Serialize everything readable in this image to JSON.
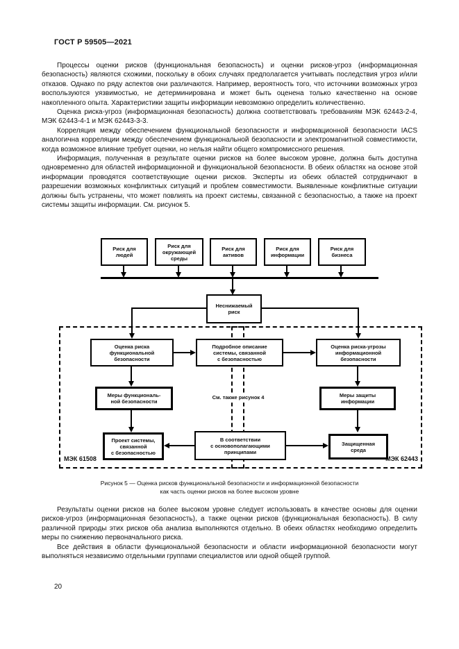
{
  "page": {
    "header": "ГОСТ Р 59505—2021",
    "page_number": "20"
  },
  "colors": {
    "text": "#111111",
    "line": "#000000",
    "background": "#ffffff"
  },
  "body": {
    "paragraphs_top": [
      "Процессы оценки рисков (функциональная безопасность) и оценки рисков-угроз (информационная безопасность) являются схожими, поскольку в обоих случаях предполагается учитывать последствия угроз и/или отказов. Однако по ряду аспектов они различаются. Например, вероятность того, что источники возможных угроз воспользуются уязвимостью, не детерминирована и может быть оценена только качественно на основе накопленного опыта. Характеристики защиты информации невозможно определить количественно.",
      "Оценка риска-угроз (информационная безопасность) должна соответствовать требованиям МЭК 62443-2-4, МЭК 62443-4-1 и МЭК 62443-3-3.",
      "Корреляция между обеспечением функциональной безопасности и информационной безопасности IACS аналогична корреляции между обеспечением функциональной безопасности и электромагнитной совместимости, когда возможное влияние требует оценки, но нельзя найти общего компромиссного решения.",
      "Информация, полученная в результате оценки рисков на более высоком уровне, должна быть доступна одновременно для областей информационной и функциональной безопасности. В обеих областях на основе этой информации проводятся соответствующие оценки рисков. Эксперты из обеих областей сотрудничают в разрешении возможных конфликтных ситуаций и проблем совместимости. Выявленные конфликтные ситуации должны быть устранены, что может повлиять на проект системы, связанной с безопасностью, а также на проект системы защиты информации. См. рисунок 5."
    ],
    "paragraphs_bottom": [
      "Результаты оценки рисков на более высоком уровне следует использовать в качестве основы для оценки рисков-угроз (информационная безопасность), а также оценки рисков (функциональная безопасность). В силу различной природы этих рисков оба анализа выполняются отдельно. В обеих областях необходимо определить меры по снижению первоначального риска.",
      "Все действия в области функциональной безопасности и области информационной безопасности могут выполняться независимо отдельными группами специалистов или одной общей группой."
    ]
  },
  "figure": {
    "caption": "Рисунок 5 — Оценка рисков функциональной безопасности и информационной безопасности\nкак часть оценки рисков на более высоком уровне",
    "see_also": "См. также рисунок 4",
    "region_labels": {
      "left": "МЭК 61508",
      "right": "МЭК 62443"
    },
    "boxes": {
      "risk_people": "Риск для\nлюдей",
      "risk_environment": "Риск для\nокружающей\nсреды",
      "risk_assets": "Риск для\nактивов",
      "risk_information": "Риск для\nинформации",
      "risk_business": "Риск для\nбизнеса",
      "residual_risk": "Неснижаемый\nриск",
      "fs_risk_assessment": "Оценка риска\nфункциональной\nбезопасности",
      "system_description": "Подробное описание\nсистемы, связанной\nс безопасностью",
      "is_risk_assessment": "Оценка риска-угрозы\nинформационной\nбезопасности",
      "fs_measures": "Меры функциональ-\nной безопасности",
      "is_measures": "Меры защиты\nинформации",
      "safety_system_design": "Проект системы,\nсвязанной\nс безопасностью",
      "guiding_principles": "В соответствии\nс основополагающими\nпринципами",
      "protected_environment": "Защищенная\nсреда"
    }
  }
}
